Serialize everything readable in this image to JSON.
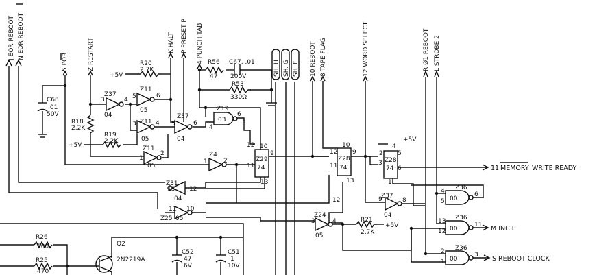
{
  "signals_top": {
    "j_eor_reboot": "J EOR REBOOT",
    "n_eor_reboot": "N EOR REBOOT",
    "s5_por": "5 POR",
    "z_restart": "Z RESTART",
    "k_halt": "K HALT",
    "p_preset_p": "P PRESET P",
    "s4_punch_tab": "4 PUNCH TAB",
    "s10_reboot": "10 REBOOT",
    "s8_tape_flag": "8 TAPE FLAG",
    "s12_word_select": "12 WORD SELECT",
    "r_01_reboot": "R Ø1 REBOOT",
    "l_strobe_2": "L STROBE 2"
  },
  "shields": [
    "SH. H",
    "SH. G",
    "SH. E"
  ],
  "outputs": {
    "memory_write_ready_num": "11",
    "memory_write_ready_bar": "MEMORY",
    "memory_write_ready_rest": "WRITE READY",
    "m_inc_p": "M INC P",
    "s5_reboot_clock": "S REBOOT CLOCK"
  },
  "components": {
    "r20_name": "R20",
    "r20_val": "2.7K",
    "r56_name": "R56",
    "r56_val": "47",
    "c67_name": "C67, .01",
    "c67_val": "200V",
    "r53_name": "R53",
    "r53_val": "330Ω",
    "c68_name": "C68",
    "c68_val1": ".01",
    "c68_val2": "50V",
    "r18_name": "R18",
    "r18_val": "2.2K",
    "r19_name": "R19",
    "r19_val": "2.2K",
    "r21_name": "R21",
    "r21_val": "2.7K",
    "r26_name": "R26",
    "r26_val": "100",
    "r25_name": "R25",
    "r25_val": "470",
    "q2_name": "Q2",
    "q2_val": "2N2219A",
    "c52_name": "C52",
    "c52_val1": "47",
    "c52_val2": "6V",
    "c51_name": "C51",
    "c51_val1": "1",
    "c51_val2": "10V",
    "plus5v": "+5V"
  },
  "gates": {
    "z37a": "Z37",
    "z37a_code": "04",
    "z11a": "Z11",
    "z11a_code": "05",
    "z11b": "Z11",
    "z11b_code": "05",
    "z37b": "Z37",
    "z37b_code": "04",
    "z19": "Z19",
    "z19_code": "03",
    "z11c": "Z11",
    "z11c_code": "05",
    "z4": "Z4",
    "z29": "Z29",
    "z29_code": "74",
    "z28a": "Z28",
    "z28a_code": "74",
    "z28b": "Z28",
    "z28b_code": "74",
    "z31": "Z31",
    "z31_code": "04",
    "z25": "Z25",
    "z25_code": "05",
    "z24": "Z24",
    "z24_code": "05",
    "z37c": "Z37",
    "z37c_code": "04",
    "z36a": "Z36",
    "z36a_code": "00",
    "z36b": "Z36",
    "z36b_code": "00",
    "z36c": "Z36",
    "z36c_code": "00"
  },
  "pins": {
    "p1": "1",
    "p2": "2",
    "p3": "3",
    "p4": "4",
    "p5": "5",
    "p6": "6",
    "p8": "8",
    "p9": "9",
    "p10": "10",
    "p11": "11",
    "p12": "12",
    "p13": "13"
  }
}
